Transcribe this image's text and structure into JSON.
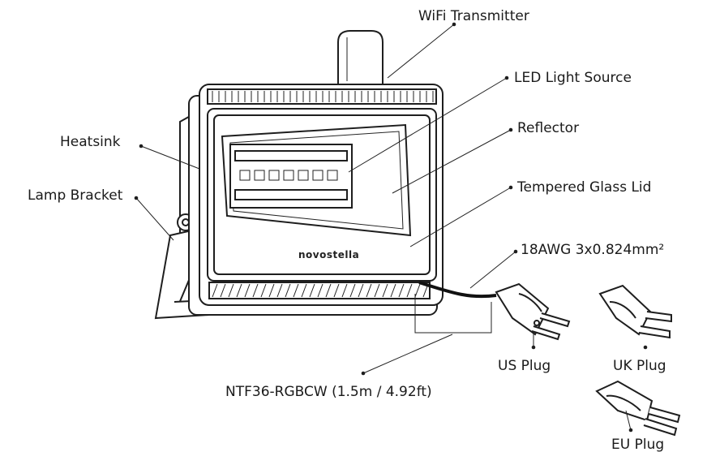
{
  "labels": {
    "wifi_transmitter": "WiFi Transmitter",
    "led_light_source": "LED Light Source",
    "reflector": "Reflector",
    "tempered_glass_lid": "Tempered Glass Lid",
    "heatsink": "Heatsink",
    "lamp_bracket": "Lamp Bracket",
    "cable_spec": "18AWG 3x0.824mm²",
    "us_plug": "US Plug",
    "uk_plug": "UK Plug",
    "eu_plug": "EU Plug",
    "model_length": "NTF36-RGBCW (1.5m / 4.92ft)"
  },
  "brand": "novostella",
  "colors": {
    "line": "#1e1e1e",
    "text": "#1a1a1a",
    "background": "#ffffff"
  }
}
